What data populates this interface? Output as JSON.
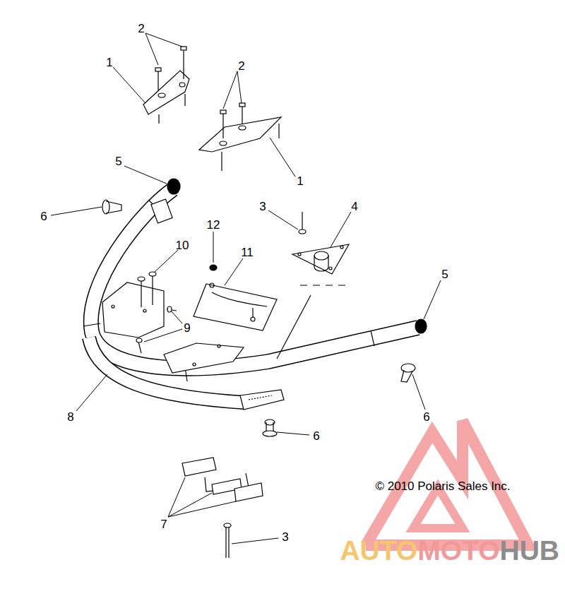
{
  "diagram": {
    "labels": [
      "2",
      "1",
      "2",
      "1",
      "5",
      "6",
      "3",
      "4",
      "12",
      "10",
      "11",
      "5",
      "9",
      "8",
      "6",
      "6",
      "7",
      "3",
      "© 2010 Polaris Sales Inc.",
      "AUTO",
      "MOTO",
      "HUB"
    ]
  }
}
